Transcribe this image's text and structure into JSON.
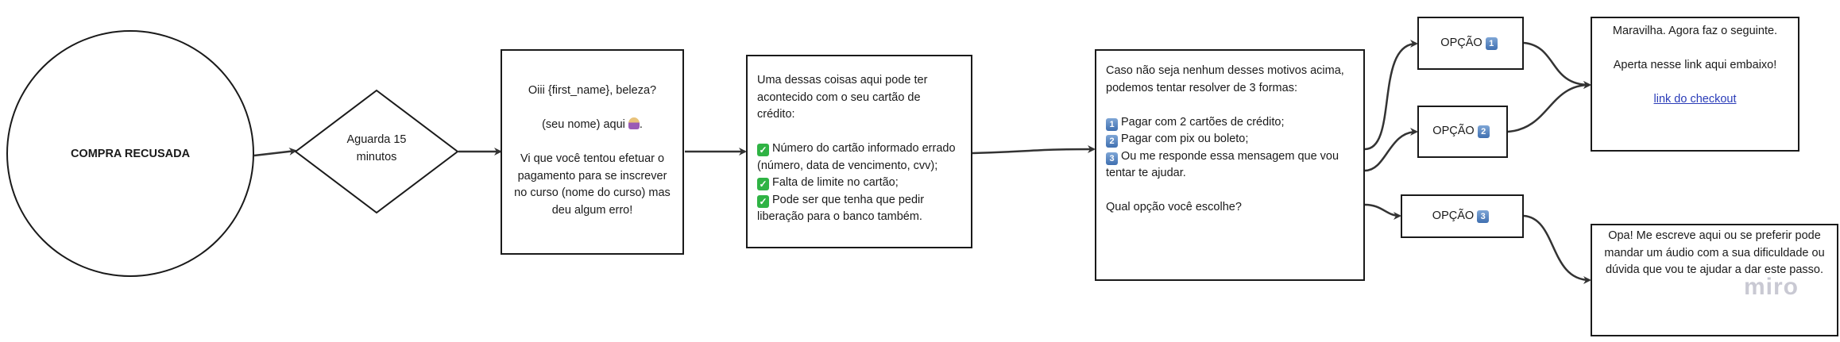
{
  "nodes": {
    "start": {
      "label": "COMPRA RECUSADA"
    },
    "wait": {
      "label_line1": "Aguarda 15",
      "label_line2": "minutos"
    },
    "greeting": {
      "line1": "Oiii {first_name}, beleza?",
      "line2": "(seu nome) aqui",
      "line2_end": ".",
      "line3": "Vi que você tentou efetuar o pagamento para se inscrever no curso (nome do curso) mas deu algum erro!"
    },
    "reasons": {
      "intro": "Uma dessas coisas aqui pode ter acontecido com o seu cartão de crédito:",
      "items": [
        "Número do cartão informado errado (número, data de vencimento, cvv);",
        "Falta de limite no cartão;",
        "Pode ser que tenha que pedir liberação para o banco também."
      ],
      "check_icon": "✓"
    },
    "options_msg": {
      "intro": "Caso não seja nenhum desses motivos acima, podemos tentar resolver de 3 formas:",
      "items": [
        {
          "num": "1",
          "text": "Pagar com 2 cartões de crédito;"
        },
        {
          "num": "2",
          "text": "Pagar com pix ou boleto;"
        },
        {
          "num": "3",
          "text": "Ou me responde essa mensagem que vou tentar te ajudar."
        }
      ],
      "question": "Qual opção você escolhe?"
    },
    "option1": {
      "label": "OPÇÃO",
      "num": "1"
    },
    "option2": {
      "label": "OPÇÃO",
      "num": "2"
    },
    "option3": {
      "label": "OPÇÃO",
      "num": "3"
    },
    "checkout": {
      "line1": "Maravilha. Agora faz o seguinte.",
      "line2": "Aperta nesse link aqui embaixo!",
      "link": "link do checkout"
    },
    "help": {
      "text": "Opa! Me escreve aqui ou se preferir pode mandar um áudio com a sua dificuldade ou dúvida que vou te ajudar a dar este passo."
    }
  },
  "watermark": "miro",
  "colors": {
    "stroke": "#1a1a1a",
    "link": "#2a3cb8",
    "keycap": "#4f7fc0",
    "check": "#2fb344"
  }
}
